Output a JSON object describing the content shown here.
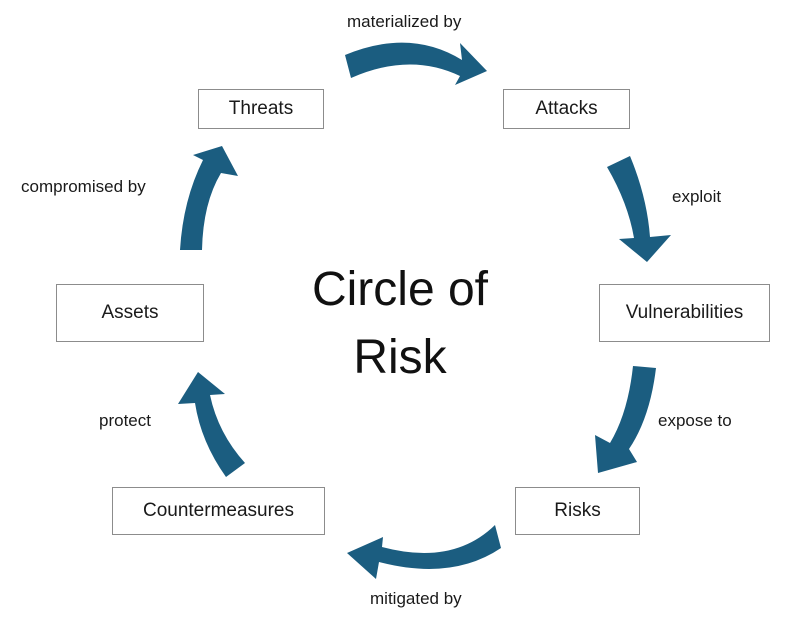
{
  "title": {
    "line1": "Circle of",
    "line2": "Risk"
  },
  "nodes": {
    "threats": "Threats",
    "attacks": "Attacks",
    "vulnerabilities": "Vulnerabilities",
    "risks": "Risks",
    "countermeasures": "Countermeasures",
    "assets": "Assets"
  },
  "edges": {
    "threats_attacks": "materialized by",
    "attacks_vulnerabilities": "exploit",
    "vulnerabilities_risks": "expose to",
    "risks_countermeasures": "mitigated by",
    "countermeasures_assets": "protect",
    "assets_threats": "compromised by"
  },
  "colors": {
    "arrow": "#1b5d80",
    "box_border": "#8c8c8c"
  }
}
